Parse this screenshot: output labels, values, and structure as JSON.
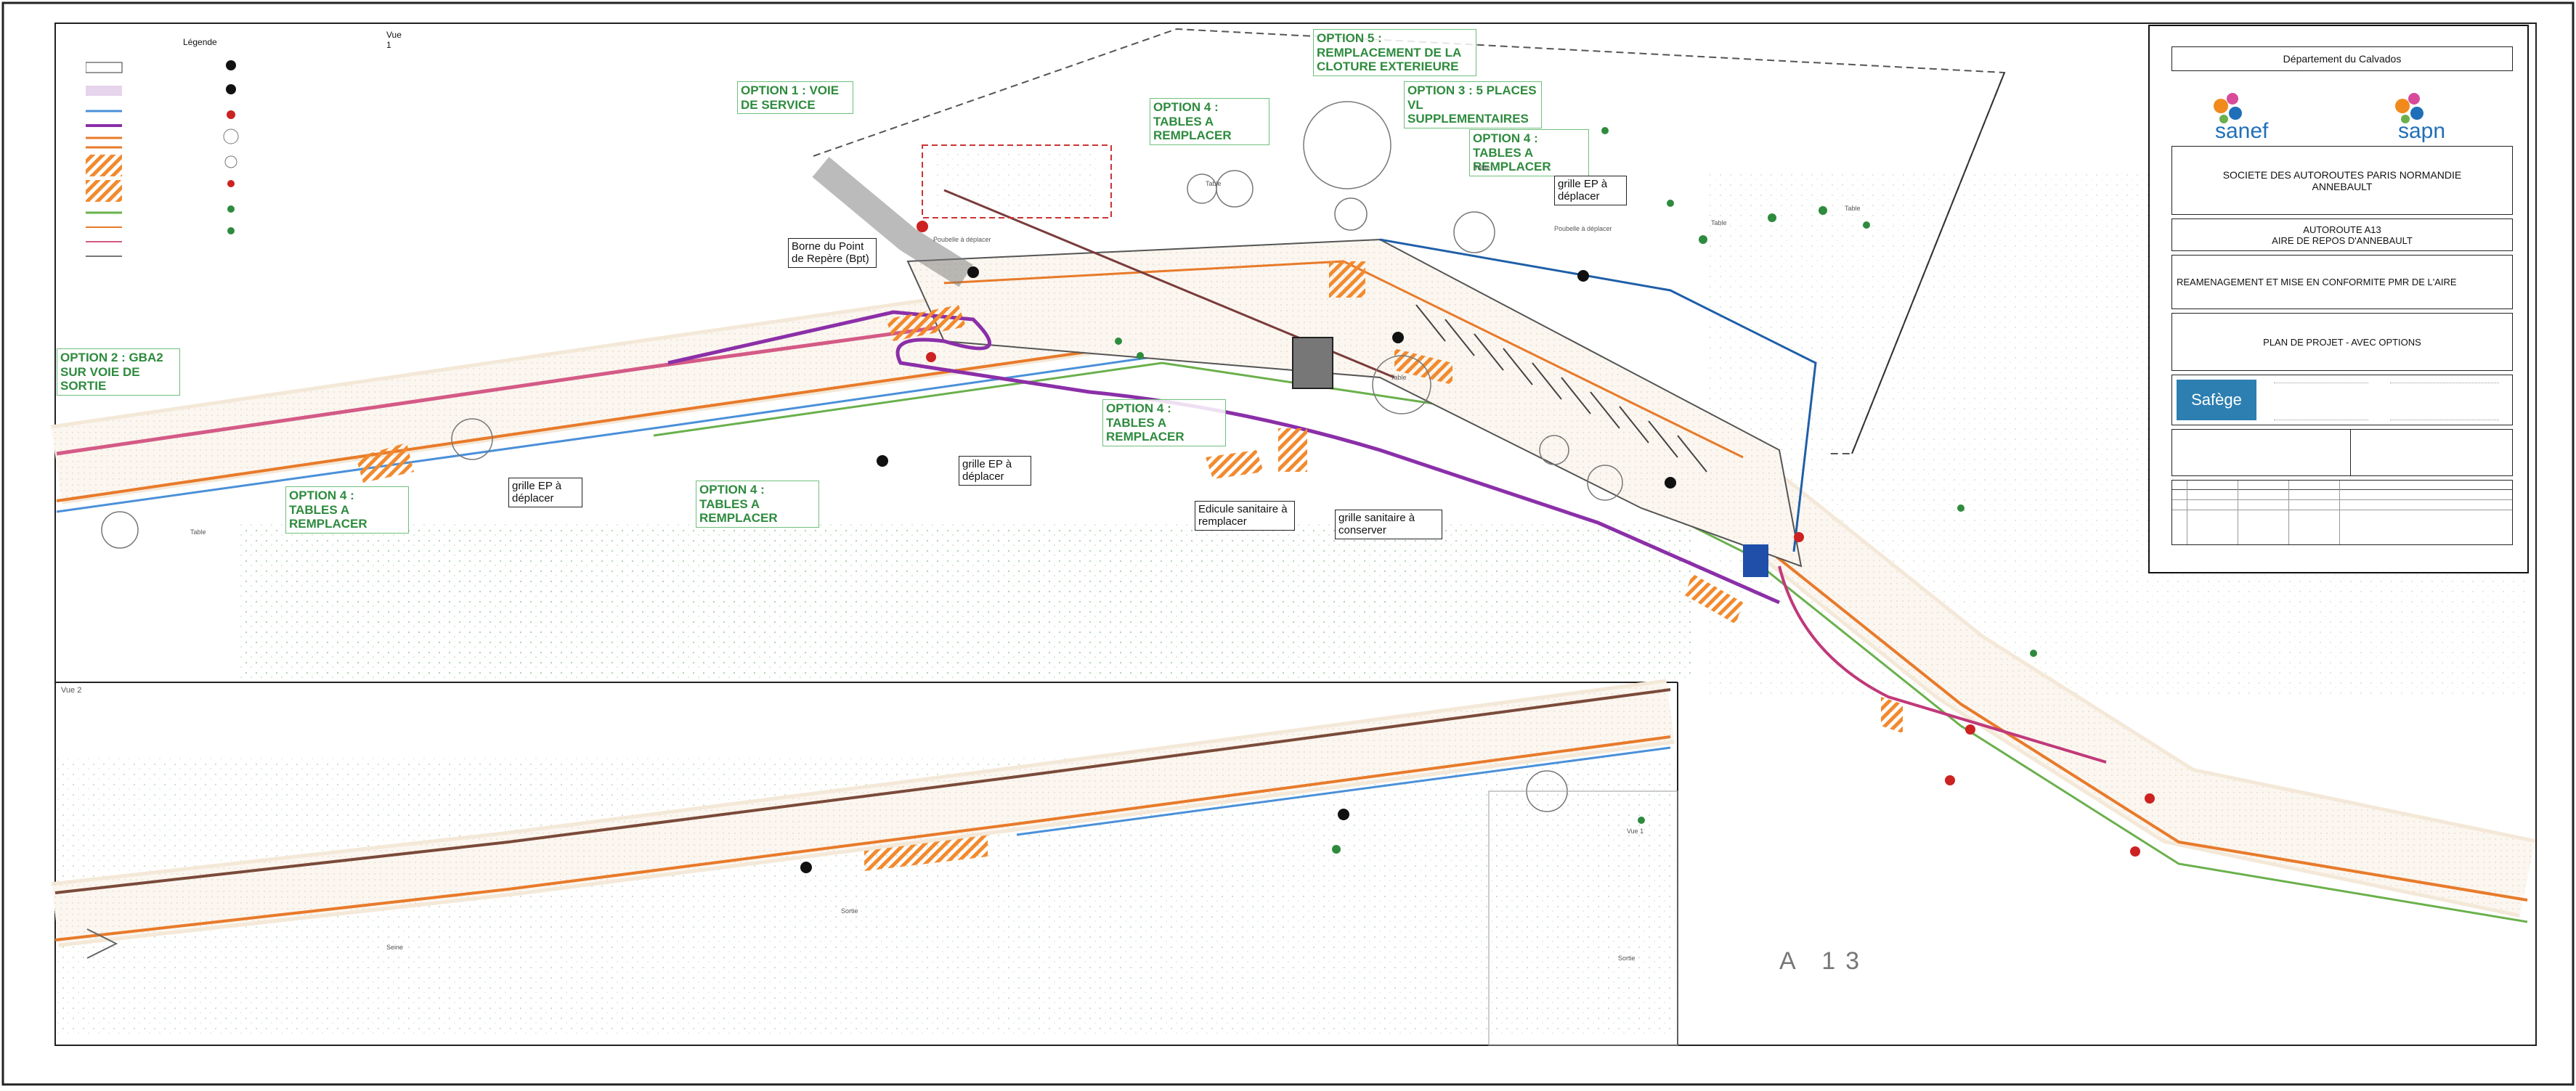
{
  "legend": {
    "title": "Légende",
    "vue_label": "Vue 1"
  },
  "vue2_label": "Vue 2",
  "options": [
    "OPTION 1 : VOIE DE SERVICE",
    "OPTION 5 : REMPLACEMENT DE LA CLOTURE EXTERIEURE",
    "OPTION 3 : 5 PLACES VL SUPPLEMENTAIRES",
    "OPTION 4 : TABLES A REMPLACER",
    "OPTION 4 : TABLES A REMPLACER",
    "OPTION 2 : GBA2 SUR VOIE DE SORTIE",
    "OPTION 4 : TABLES A REMPLACER",
    "OPTION 4 : TABLES A REMPLACER",
    "OPTION 4 : TABLES A REMPLACER"
  ],
  "notes": {
    "borne": "Borne du Point de Repère (Bpt)",
    "grille1": "grille EP à déplacer",
    "grille2": "grille EP à déplacer",
    "grille3": "grille EP à déplacer",
    "edicule": "Edicule sanitaire à remplacer",
    "grille_conserver": "grille sanitaire à conserver"
  },
  "small_labels": {
    "table1": "Table",
    "table2": "Table",
    "table3": "Table",
    "table4": "Table",
    "table5": "Table",
    "table6": "Table",
    "poubelle1": "Poubelle à déplacer",
    "poubelle2": "Poubelle à déplacer",
    "vue2_box": "Vue 1",
    "vue2_a": "Seine",
    "vue2_b": "Sortie",
    "vue2_c": "Sortie"
  },
  "motorway": "A 13",
  "cartouche": {
    "departement": "Département du Calvados",
    "logo_left": "sanef",
    "logo_right": "sapn",
    "societe": "SOCIETE DES AUTOROUTES PARIS NORMANDIE\nANNEBAULT",
    "autoroute": "AUTOROUTE A13\nAIRE DE REPOS D'ANNEBAULT",
    "objet": "REAMENAGEMENT ET MISE EN CONFORMITE PMR DE L'AIRE",
    "plan": "PLAN DE PROJET - AVEC OPTIONS",
    "bureau_logo": "Safège",
    "colors": {
      "sanef_orange": "#f08a1c",
      "sapn_blue": "#1f6fb8",
      "bureau_blue": "#2c7fb0"
    }
  },
  "colors": {
    "road_orange": "#e87a2a",
    "purple_path": "#8b2fa8",
    "blue_line": "#4a90d9",
    "green_text": "#2e8b3e",
    "red_marker": "#cc2222"
  }
}
